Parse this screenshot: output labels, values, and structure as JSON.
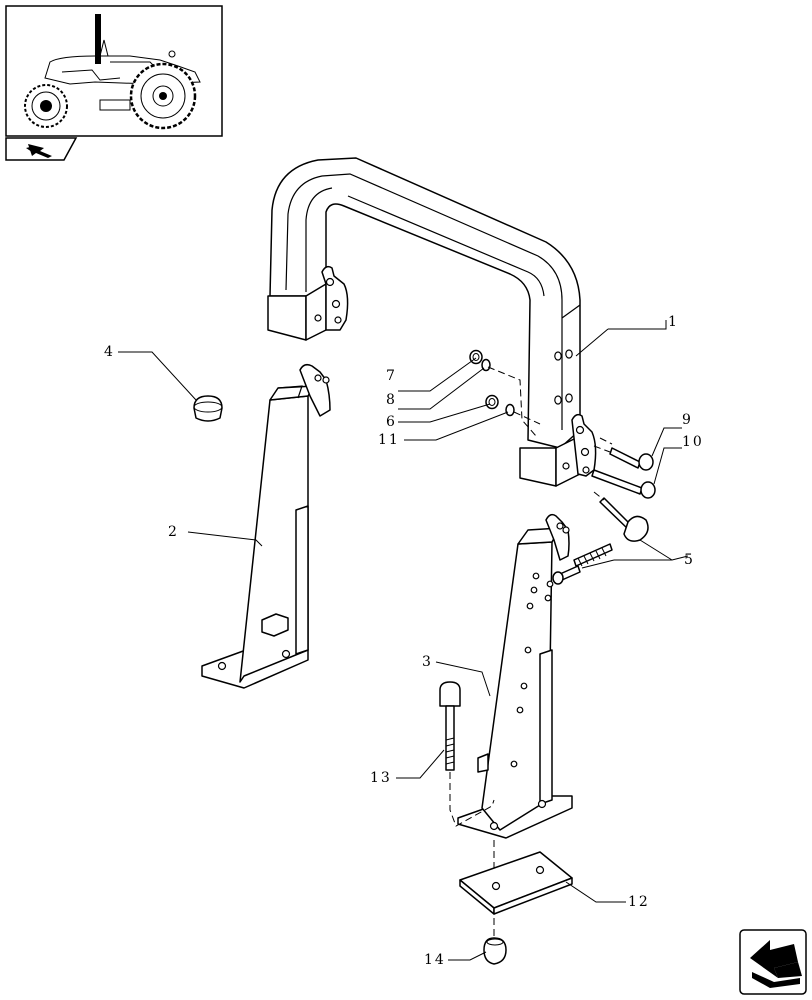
{
  "thumbnail": {
    "icon": "tractor-thumbnail-icon",
    "tag_icon": "section-arrow-icon"
  },
  "callouts": {
    "c1": "1",
    "c2": "2",
    "c3": "3",
    "c4": "4",
    "c5": "5",
    "c6": "6",
    "c7": "7",
    "c8": "8",
    "c9": "9",
    "c10": "10",
    "c11": "11",
    "c12": "12",
    "c13": "13",
    "c14": "14"
  },
  "navigation": {
    "next_icon": "next-page-arrow-icon"
  }
}
